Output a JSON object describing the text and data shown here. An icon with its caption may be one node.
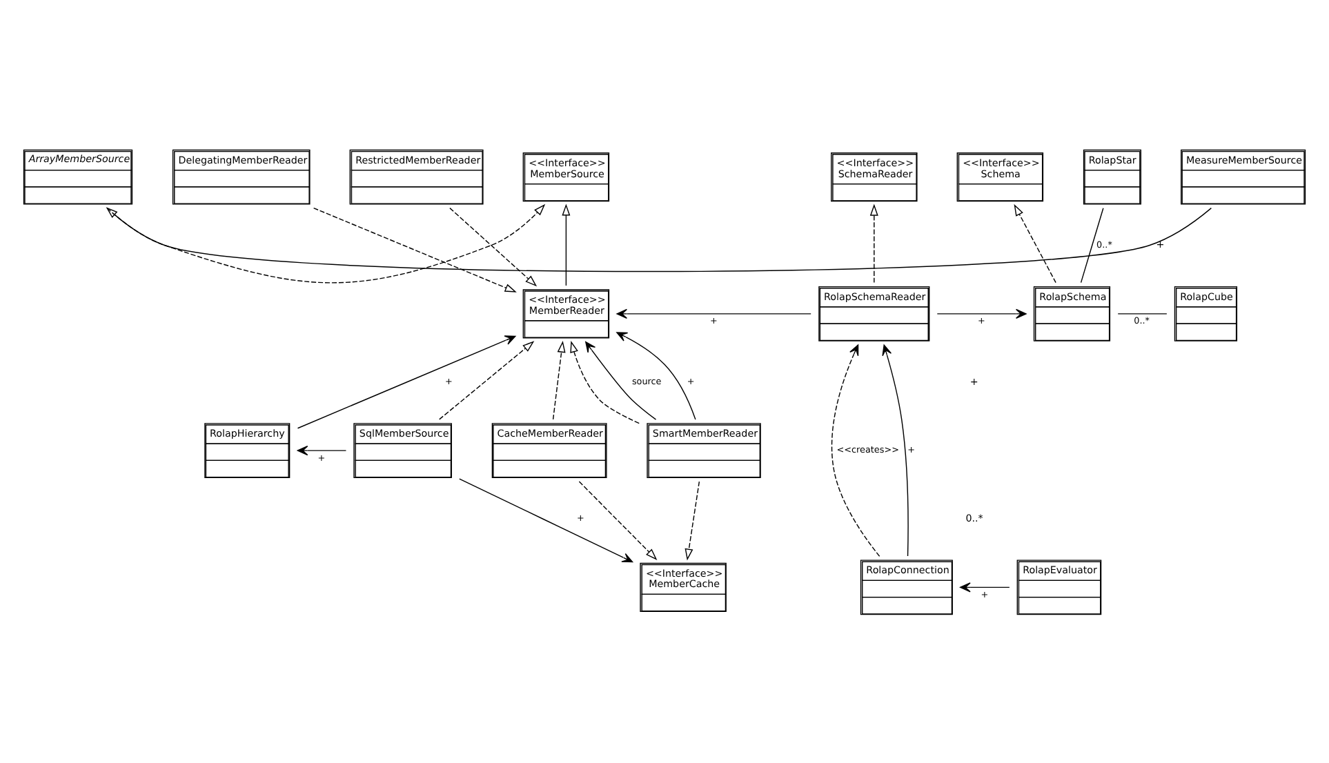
{
  "diagram": {
    "nodes": [
      {
        "text": [
          "ArrayMemberSource"
        ]
      },
      {
        "text": [
          "MeasureMemberSource"
        ]
      },
      {
        "text": [
          "DelegatingMemberReader"
        ]
      },
      {
        "text": [
          "RestrictedMemberReader"
        ]
      },
      {
        "text": [
          "<<Interface>>",
          "MemberSource"
        ]
      },
      {
        "text": [
          "<<Interface>>",
          "SchemaReader"
        ]
      },
      {
        "text": [
          "<<Interface>>",
          "Schema"
        ]
      },
      {
        "text": [
          "RolapStar"
        ]
      },
      {
        "text": [
          "<<Interface>>",
          "MemberReader"
        ]
      },
      {
        "text": [
          "RolapSchemaReader"
        ]
      },
      {
        "text": [
          "RolapSchema"
        ]
      },
      {
        "text": [
          "RolapCube"
        ]
      },
      {
        "text": [
          "RolapHierarchy"
        ]
      },
      {
        "text": [
          "SqlMemberSource"
        ]
      },
      {
        "text": [
          "CacheMemberReader"
        ]
      },
      {
        "text": [
          "SmartMemberReader"
        ]
      },
      {
        "text": [
          "RolapConnection"
        ]
      },
      {
        "text": [
          "RolapEvaluator"
        ]
      },
      {
        "text": [
          "<<Interface>>",
          "MemberCache"
        ]
      }
    ],
    "edges": [
      {
        "from": 1,
        "to": 0,
        "arrow": "to"
      },
      {
        "from": 0,
        "to": 4,
        "arrow": "to",
        "style": "dashed"
      },
      {
        "from": 2,
        "to": 8,
        "arrow": "to",
        "style": "dashed"
      },
      {
        "from": 3,
        "to": 8,
        "arrow": "to",
        "style": "dashed"
      },
      {
        "from": 8,
        "to": 4,
        "arrow": "to"
      },
      {
        "from": 9,
        "to": 5,
        "arrow": "to",
        "style": "dashed"
      },
      {
        "from": 10,
        "to": 6,
        "arrow": "to",
        "style": "dashed"
      },
      {
        "from": 10,
        "to": 7,
        "arrow": "none",
        "label": "0..*"
      },
      {
        "from": 9,
        "to": 8,
        "arrow": "to",
        "label": "+"
      },
      {
        "from": 9,
        "to": 10,
        "arrow": "to",
        "label": "+"
      },
      {
        "from": 10,
        "to": 11,
        "arrow": "none",
        "label": "0..*"
      },
      {
        "from": 12,
        "to": 8,
        "arrow": "to",
        "label": "+"
      },
      {
        "from": 13,
        "to": 8,
        "arrow": "to",
        "style": "dashed"
      },
      {
        "from": 14,
        "to": 8,
        "arrow": "to",
        "style": "dashed"
      },
      {
        "from": 15,
        "to": 8,
        "arrow": "to",
        "style": "dashed"
      },
      {
        "from": 15,
        "to": 8,
        "arrow": "to",
        "label": "source"
      },
      {
        "from": 15,
        "to": 8,
        "arrow": "to",
        "label": "+"
      },
      {
        "from": 13,
        "to": 12,
        "arrow": "to",
        "label": "+"
      },
      {
        "from": 13,
        "to": 18,
        "arrow": "to",
        "label": "+"
      },
      {
        "from": 14,
        "to": 18,
        "arrow": "to",
        "style": "dashed"
      },
      {
        "from": 15,
        "to": 18,
        "arrow": "to",
        "style": "dashed"
      },
      {
        "from": 16,
        "to": 9,
        "arrow": "to",
        "style": "dashed",
        "label": "<<creates>>"
      },
      {
        "from": 16,
        "to": 9,
        "arrow": "to",
        "label": "+"
      },
      {
        "from": 17,
        "to": 16,
        "arrow": "to",
        "label": "+"
      }
    ],
    "labels": [
      "0..*",
      "+",
      "+"
    ]
  }
}
